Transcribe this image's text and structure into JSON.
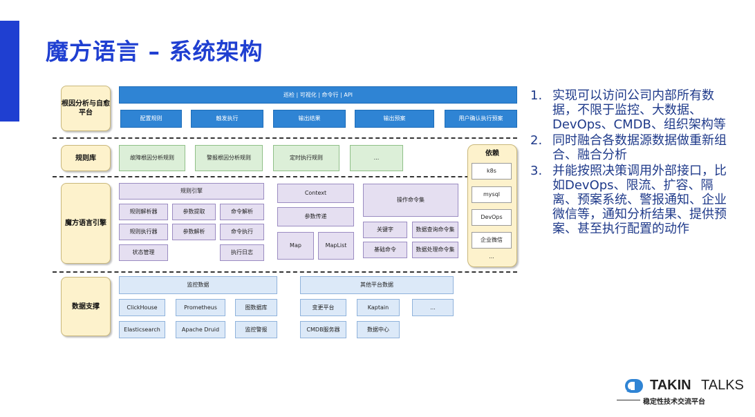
{
  "title": "魔方语言 – 系统架构",
  "colors": {
    "accent": "#1f3fd1",
    "note_text": "#1f3a8a"
  },
  "layers": {
    "root": {
      "label": "根因分析与自愈平台",
      "bar": "巡检 | 可视化 | 命令行 | API",
      "items": [
        "配置规则",
        "触发执行",
        "输出结果",
        "输出预案",
        "用户确认执行预案"
      ]
    },
    "rules": {
      "label": "规则库",
      "items": [
        "故障根因分析规则",
        "警报根因分析规则",
        "定时执行规则",
        "..."
      ]
    },
    "engine": {
      "label": "魔方语言引擎",
      "rule_engine": "规则引擎",
      "cells": [
        "规则解析器",
        "参数提取",
        "命令解析",
        "规则执行器",
        "参数解析",
        "命令执行",
        "状态管理",
        "执行日志"
      ],
      "context": "Context",
      "param_pass": "参数传递",
      "map": "Map",
      "maplist": "MapList",
      "op_set": "操作命令集",
      "op_cells": [
        "关键字",
        "数据查询命令集",
        "基础命令",
        "数据处理命令集"
      ]
    },
    "data": {
      "label": "数据支撑",
      "monitor_header": "监控数据",
      "monitor": [
        "ClickHouse",
        "Prometheus",
        "图数据库",
        "Elasticsearch",
        "Apache Druid",
        "监控警报"
      ],
      "other_header": "其他平台数据",
      "other": [
        "变更平台",
        "Kaptain",
        "...",
        "CMDB服务器",
        "数据中心"
      ]
    }
  },
  "deps": {
    "title": "依赖",
    "items": [
      "k8s",
      "mysql",
      "DevOps",
      "企业微信",
      "..."
    ]
  },
  "notes": [
    {
      "num": "1.",
      "text": "实现可以访问公司内部所有数据，不限于监控、大数据、DevOps、CMDB、组织架构等"
    },
    {
      "num": "2.",
      "text": "同时融合各数据源数据做重新组合、融合分析"
    },
    {
      "num": "3.",
      "text": "并能按照决策调用外部接口，比如DevOps、限流、扩容、隔离、预案系统、警报通知、企业微信等，通知分析结果、提供预案、甚至执行配置的动作"
    }
  ],
  "logo": {
    "brand_a": "TAKIN",
    "brand_b": "TALKS",
    "subtitle": "稳定性技术交流平台"
  }
}
